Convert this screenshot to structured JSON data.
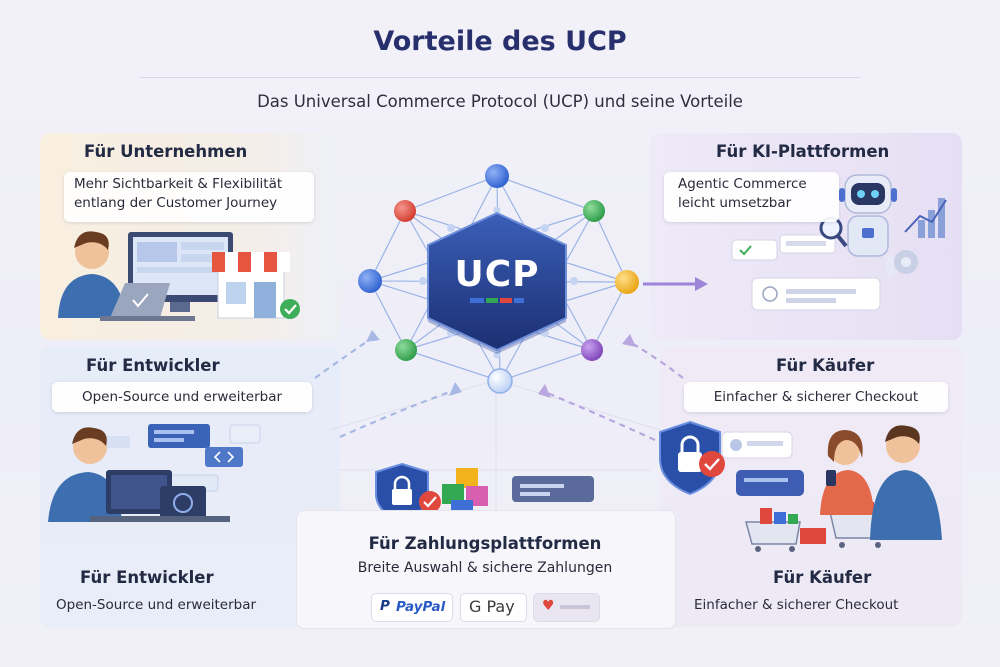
{
  "header": {
    "title": "Vorteile des UCP",
    "subtitle": "Das Universal Commerce Protocol (UCP) und seine Vorteile"
  },
  "hub": {
    "label": "UCP"
  },
  "sections": {
    "unternehmen": {
      "title": "Für Unternehmen",
      "text_line1": "Mehr Sichtbarkeit & Flexibilität",
      "text_line2": "entlang der Customer Journey"
    },
    "ki": {
      "title": "Für KI-Plattformen",
      "text_line1": "Agentic Commerce",
      "text_line2": "leicht umsetzbar"
    },
    "entwickler": {
      "title": "Für Entwickler",
      "text": "Open-Source und erweiterbar"
    },
    "kaeufer": {
      "title": "Für Käufer",
      "text": "Einfacher & sicherer Checkout"
    },
    "zahlung": {
      "title": "Für Zahlungsplattformen",
      "text": "Breite Auswahl & sichere Zahlungen"
    },
    "entwickler_bottom": {
      "title": "Für Entwickler",
      "text": "Open-Source und erweiterbar"
    },
    "kaeufer_bottom": {
      "title": "Für Käufer",
      "text": "Einfacher & sicherer Checkout"
    }
  },
  "payment_methods": {
    "paypal": "PayPal",
    "gpay": "G Pay"
  },
  "colors": {
    "navy": "#1f3b85",
    "blue": "#3e6fd6",
    "green": "#33a852",
    "red": "#e0483d",
    "yellow": "#f2b21c",
    "purple": "#8b4fc4",
    "accent_arrow": "#9c84d8"
  },
  "icons": [
    "hub-network",
    "store-icon",
    "checkmark-icon",
    "robot-icon",
    "bar-chart-icon",
    "shield-lock-icon",
    "cubes-icon",
    "shopping-cart-icon",
    "laptop-icon",
    "gear-icon",
    "magnifier-icon",
    "heart-card-icon"
  ]
}
